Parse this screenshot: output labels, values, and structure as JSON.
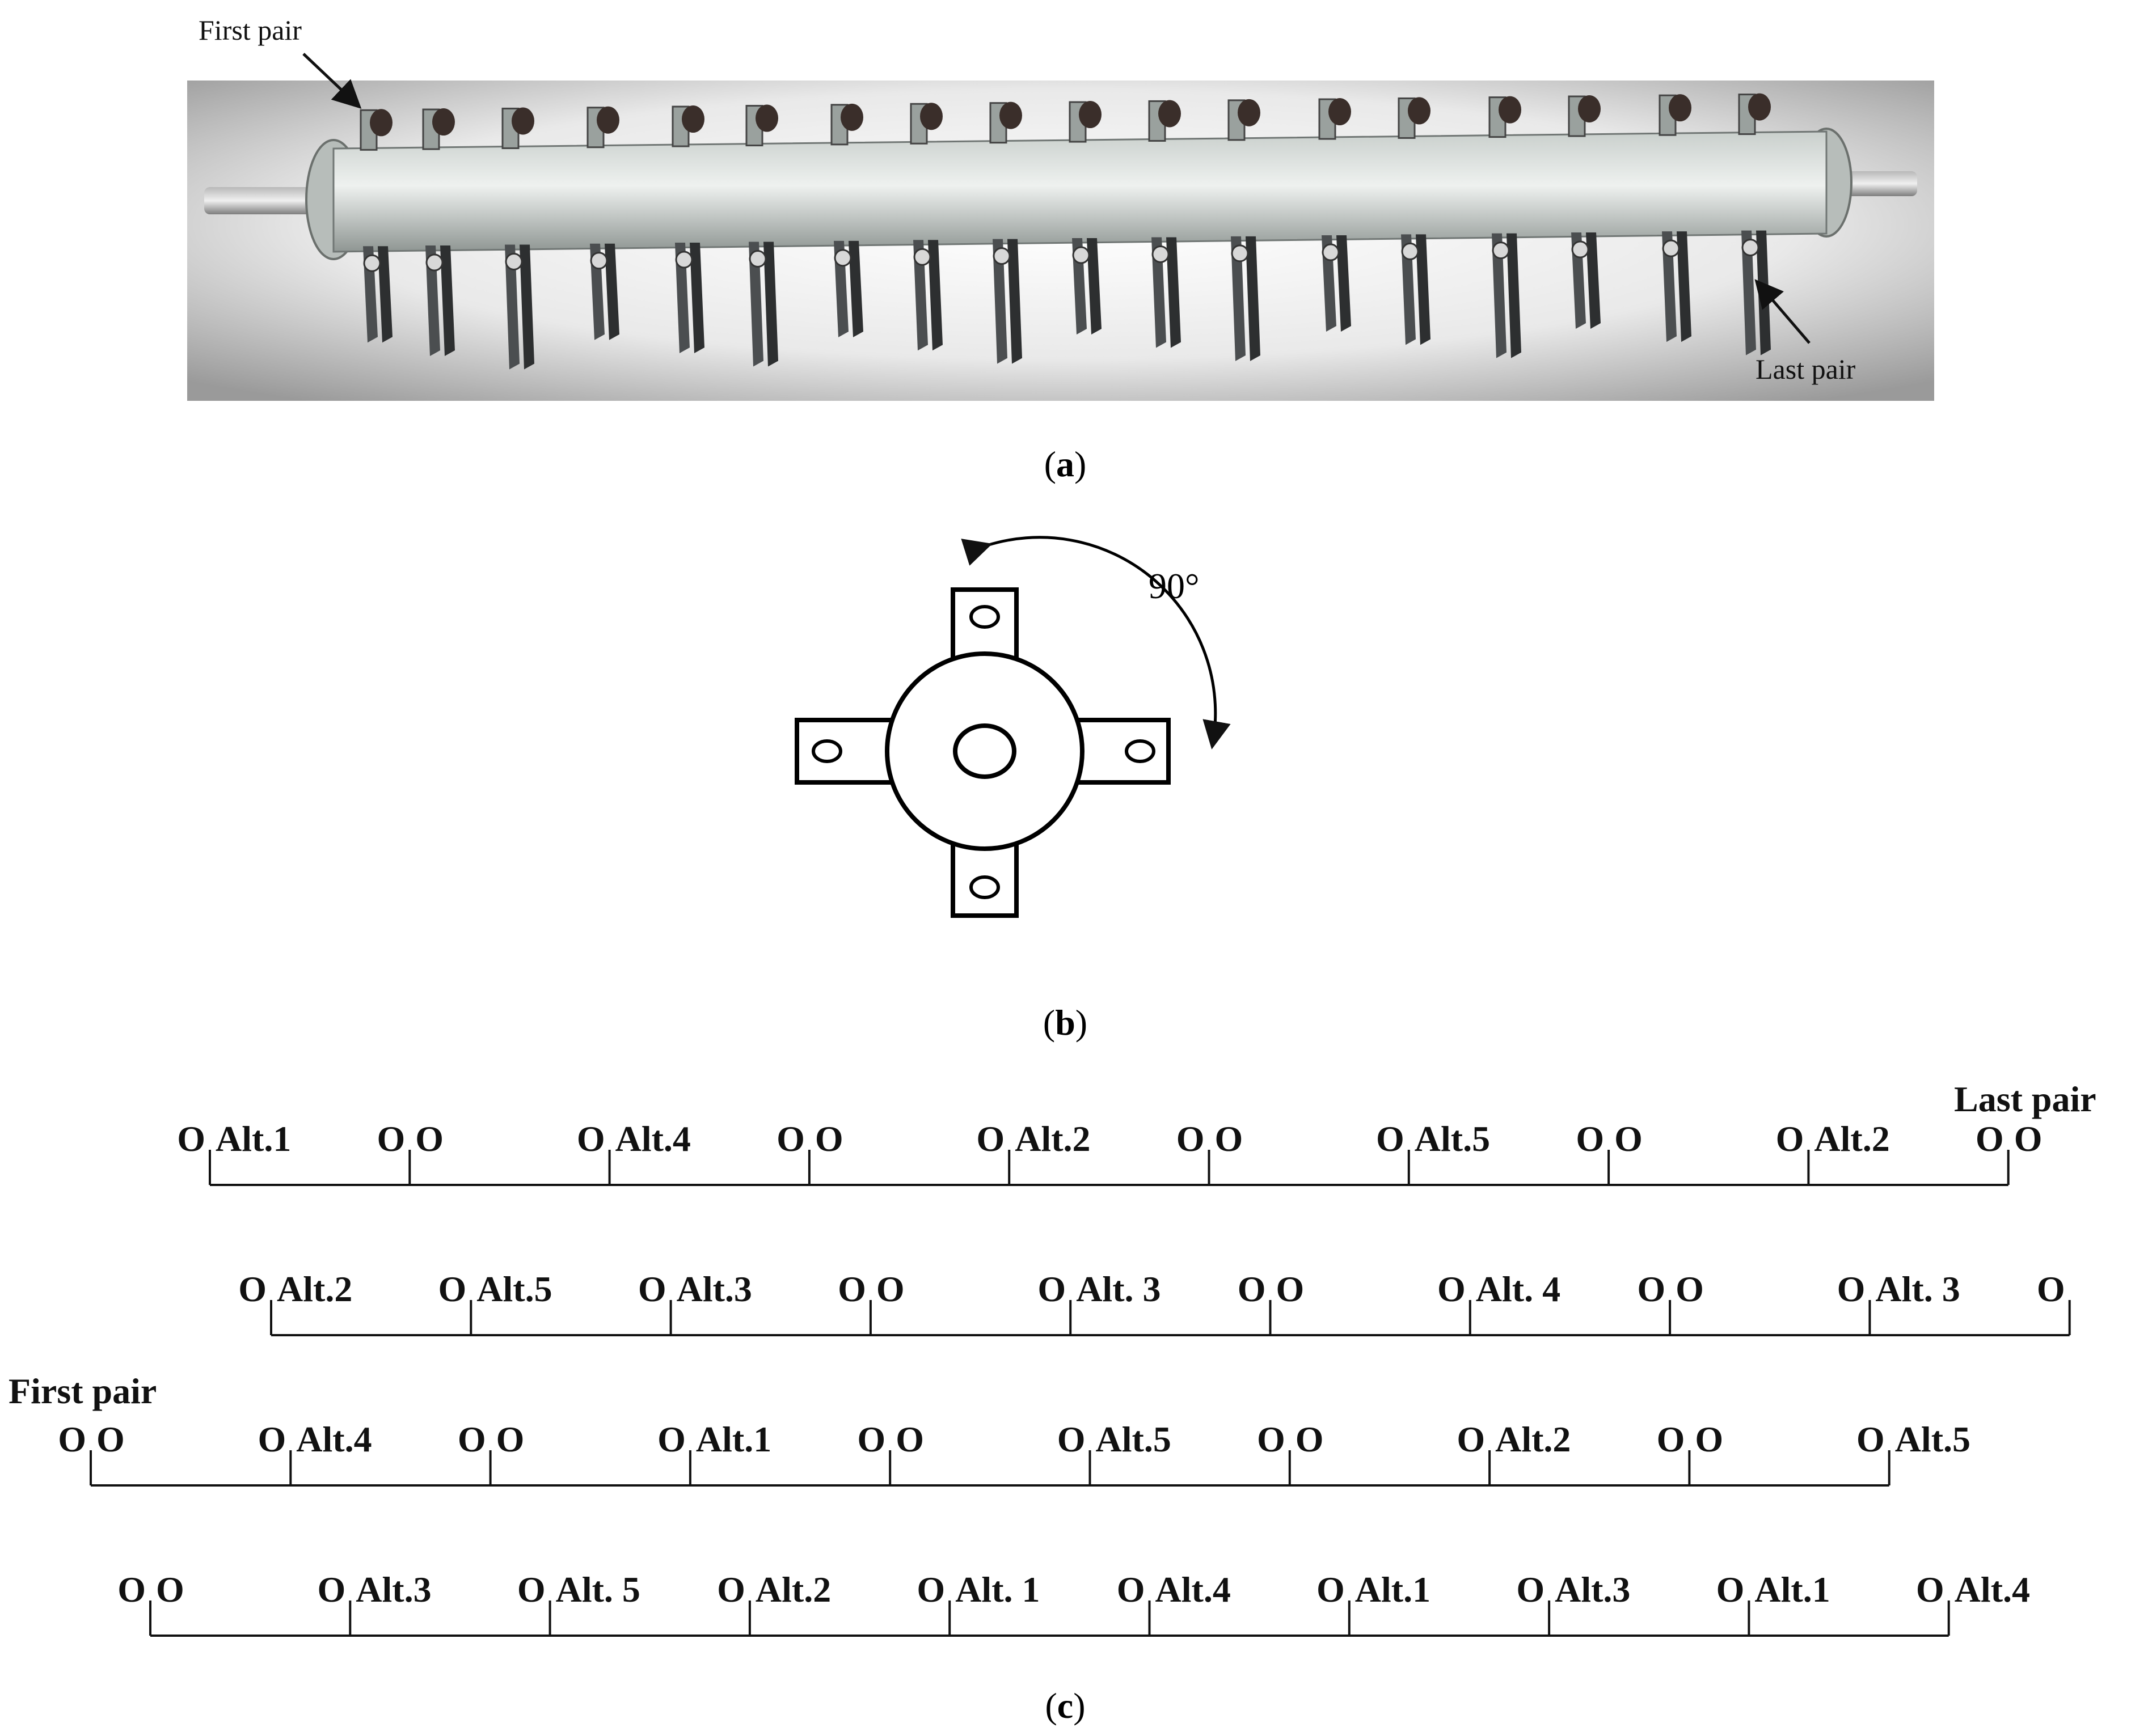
{
  "panel_a": {
    "caption_letter": "a",
    "label_first": "First pair",
    "label_last": "Last pair"
  },
  "panel_b": {
    "caption_letter": "b",
    "angle_label": "90°"
  },
  "panel_c": {
    "caption_letter": "c",
    "last_pair_label": "Last pair",
    "first_pair_label": "First pair",
    "rows": [
      {
        "ticks": 10,
        "labels": [
          "O",
          "Alt.1",
          "O",
          "O",
          "O",
          "Alt.4",
          "O",
          "O",
          "O",
          "Alt.2",
          "O",
          "O",
          "O",
          "Alt.5",
          "O",
          "O",
          "O",
          "Alt.2",
          "O",
          "O"
        ]
      },
      {
        "ticks": 10,
        "labels": [
          "O",
          "Alt.2",
          "O",
          "Alt.5",
          "O",
          "Alt.3",
          "O",
          "O",
          "O",
          "Alt. 3",
          "O",
          "O",
          "O",
          "Alt. 4",
          "O",
          "O",
          "O",
          "Alt. 3",
          "O"
        ]
      },
      {
        "ticks": 10,
        "labels": [
          "O",
          "O",
          "O",
          "Alt.4",
          "O",
          "O",
          "O",
          "Alt.1",
          "O",
          "O",
          "O",
          "Alt.5",
          "O",
          "O",
          "O",
          "Alt.2",
          "O",
          "O",
          "O",
          "Alt.5"
        ]
      },
      {
        "ticks": 10,
        "labels": [
          "O",
          "O",
          "O",
          "Alt.3",
          "O",
          "Alt. 5",
          "O",
          "Alt.2",
          "O",
          "Alt. 1",
          "O",
          "Alt.4",
          "O",
          "Alt.1",
          "O",
          "Alt.3",
          "O",
          "Alt.1",
          "O",
          "Alt.4"
        ]
      }
    ]
  }
}
